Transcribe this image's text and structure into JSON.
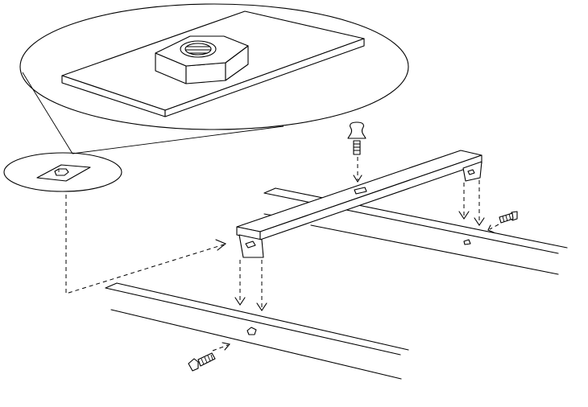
{
  "diagram": {
    "type": "exploded-assembly-illustration",
    "colors": {
      "line": "#000000",
      "background": "#ffffff"
    },
    "components": [
      {
        "name": "magnified-callout-square-nut-on-plate"
      },
      {
        "name": "small-callout-plate"
      },
      {
        "name": "cross-bar-with-end-brackets"
      },
      {
        "name": "side-rail-front"
      },
      {
        "name": "side-rail-back"
      },
      {
        "name": "bolt-vertical"
      },
      {
        "name": "bolt-left"
      },
      {
        "name": "bolt-right"
      }
    ]
  }
}
